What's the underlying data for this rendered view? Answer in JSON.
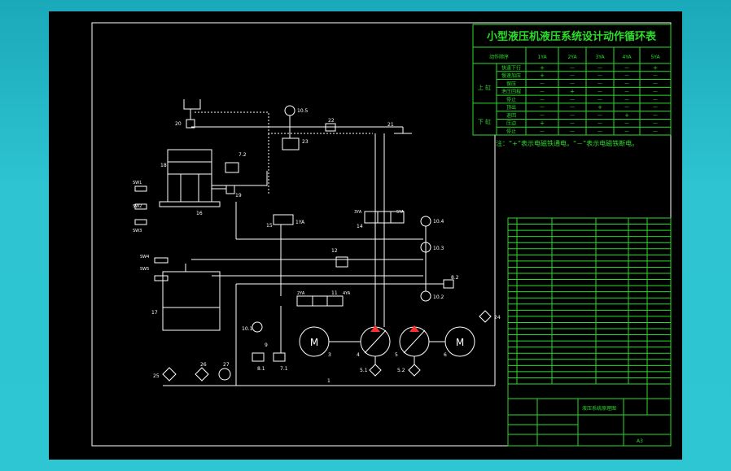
{
  "table": {
    "title": "小型液压机液压系统设计动作循环表",
    "header": [
      "动作顺序",
      "1YA",
      "2YA",
      "3YA",
      "4YA",
      "5YA"
    ],
    "group_upper": "上 缸",
    "group_lower": "下 缸",
    "rows": [
      {
        "action": "快速下行",
        "v": [
          "+",
          "－",
          "－",
          "－",
          "+"
        ]
      },
      {
        "action": "慢速加压",
        "v": [
          "+",
          "－",
          "－",
          "－",
          "－"
        ]
      },
      {
        "action": "保压",
        "v": [
          "－",
          "－",
          "－",
          "－",
          "－"
        ]
      },
      {
        "action": "泄压回程",
        "v": [
          "－",
          "+",
          "－",
          "－",
          "－"
        ]
      },
      {
        "action": "停止",
        "v": [
          "－",
          "－",
          "－",
          "－",
          "－"
        ]
      },
      {
        "action": "顶出",
        "v": [
          "－",
          "－",
          "+",
          "－",
          "－"
        ]
      },
      {
        "action": "退回",
        "v": [
          "－",
          "－",
          "－",
          "+",
          "－"
        ]
      },
      {
        "action": "压边",
        "v": [
          "+",
          "－",
          "－",
          "－",
          "－"
        ]
      },
      {
        "action": "停止",
        "v": [
          "－",
          "－",
          "－",
          "－",
          "－"
        ]
      }
    ],
    "note": "注：“+”表示电磁铁通电，“－”表示电磁铁断电。"
  },
  "labels": {
    "l20": "20",
    "l10_5": "10.5",
    "l22": "22",
    "l23": "23",
    "l21": "21",
    "l19": "19",
    "l7_2": "7.2",
    "l16": "16",
    "l18": "18",
    "l15": "15",
    "l1YA": "1YA",
    "l3YA": "3YA",
    "l14": "14",
    "l5YA": "5YA",
    "l10_4": "10.4",
    "l10_3": "10.3",
    "l12": "12",
    "l2YA": "2YA",
    "l11": "11",
    "l4YA": "4YA",
    "l8_2": "8.2",
    "l10_2": "10.2",
    "l17": "17",
    "l10_1": "10.1",
    "l9": "9",
    "l8_1": "8.1",
    "l7_1": "7.1",
    "l24": "24",
    "l3": "3",
    "l4": "4",
    "l5": "5",
    "l6": "6",
    "l5_1": "5.1",
    "l5_2": "5.2",
    "l25": "25",
    "l26": "26",
    "l27": "27",
    "l1": "1",
    "m1": "M",
    "m2": "M",
    "sw1": "SW1",
    "sw2": "SW2",
    "sw3": "SW3",
    "sw4": "SW4",
    "sw5": "SW5"
  },
  "title_block": {
    "drawing_name": "液压系统原理图",
    "scale": "A3"
  },
  "colors": {
    "line": "#ffffff",
    "cad_green": "#2bdc2b",
    "pump_red": "#ff3030",
    "frame": "#000000"
  }
}
